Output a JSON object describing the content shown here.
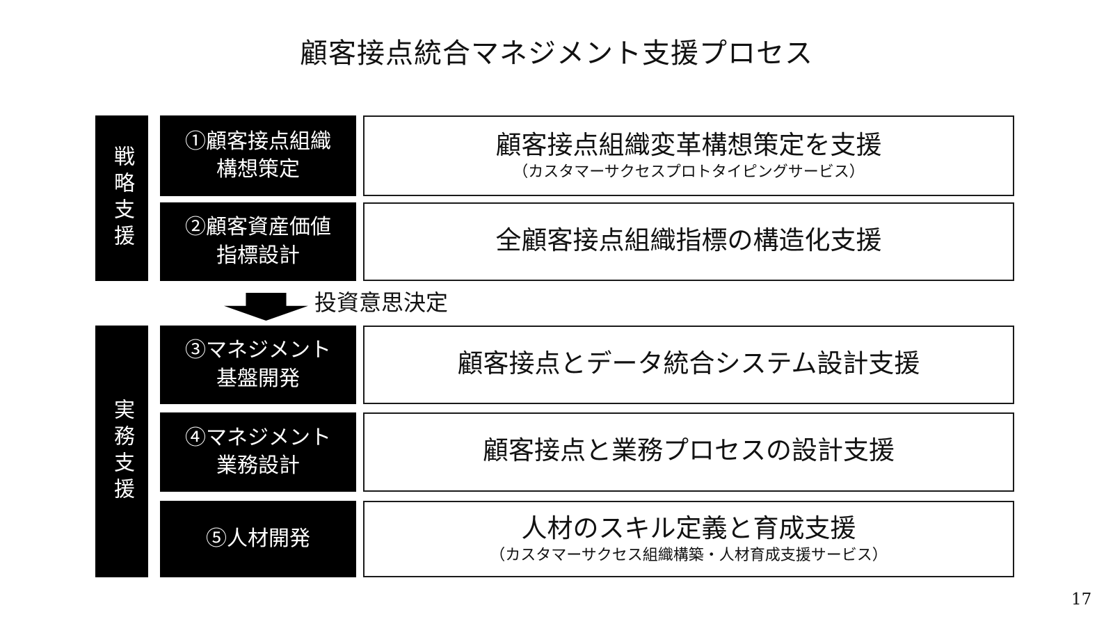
{
  "page": {
    "title": "顧客接点統合マネジメント支援プロセス",
    "page_number": "17",
    "colors": {
      "background": "#ffffff",
      "box_fill": "#000000",
      "box_text": "#ffffff",
      "outline": "#1a1a1a",
      "text": "#111111"
    }
  },
  "sections": [
    {
      "sidebar_label": "戦略支援",
      "rows": [
        {
          "label": "①顧客接点組織\n構想策定",
          "main": "顧客接点組織変革構想策定を支援",
          "sub": "（カスタマーサクセスプロトタイピングサービス）"
        },
        {
          "label": "②顧客資産価値\n指標設計",
          "main": "全顧客接点組織指標の構造化支援",
          "sub": ""
        }
      ]
    },
    {
      "sidebar_label": "実務支援",
      "rows": [
        {
          "label": "③マネジメント\n基盤開発",
          "main": "顧客接点とデータ統合システム設計支援",
          "sub": ""
        },
        {
          "label": "④マネジメント\n業務設計",
          "main": "顧客接点と業務プロセスの設計支援",
          "sub": ""
        },
        {
          "label": "⑤人材開発",
          "main": "人材のスキル定義と育成支援",
          "sub": "（カスタマーサクセス組織構築・人材育成支援サービス）"
        }
      ]
    }
  ],
  "divider": {
    "arrow_icon": "down-arrow",
    "label": "投資意思決定"
  }
}
